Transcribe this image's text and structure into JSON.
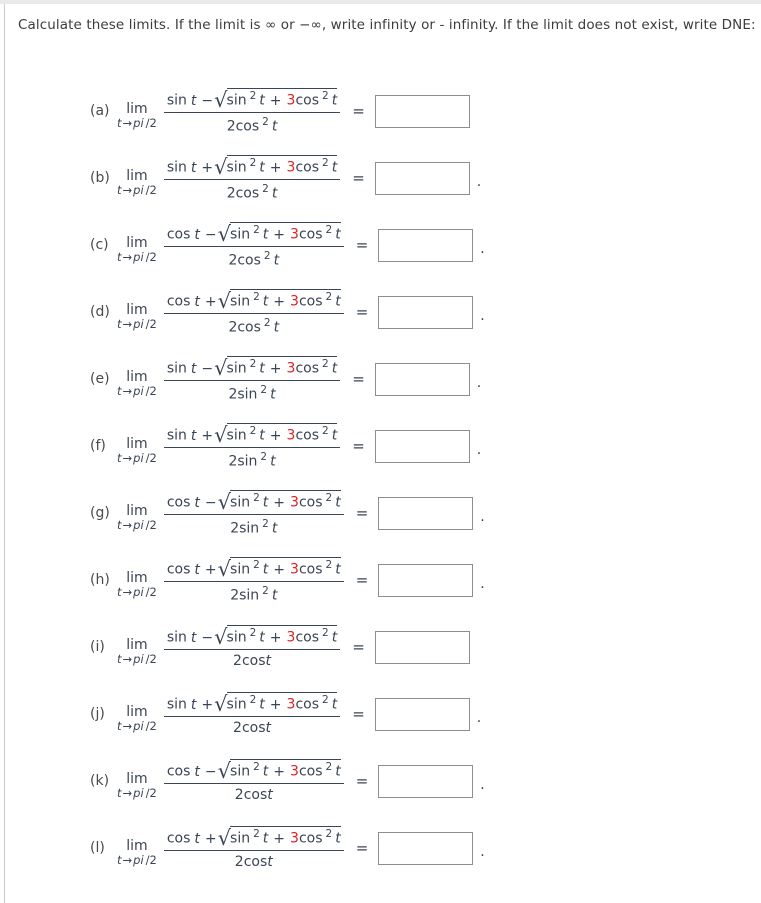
{
  "page": {
    "title": "Calculate these limits. If the limit is ∞ or −∞, write infinity or - infinity. If the limit does not exist, write DNE:"
  },
  "shared": {
    "lim": "lim",
    "approach": {
      "var": "t",
      "arrow": "→",
      "pi": "pi",
      "over": "/2"
    },
    "equals": "=",
    "var": "t",
    "sqrt_symbol": "√",
    "radicand": {
      "fn1": "sin",
      "sup1": "2",
      "var1": "t",
      "plus": "+",
      "coef": "3",
      "fn2": "cos",
      "sup2": "2",
      "var2": "t"
    },
    "answer_value": "",
    "colors": {
      "math_text": "#3a4555",
      "coefficient_red": "#df2020",
      "box_border": "#8e8e8e"
    }
  },
  "problems": [
    {
      "label": "(a)",
      "num_fn": "sin",
      "num_sign": "−",
      "den": "2cos",
      "den_sup": "2",
      "period": ""
    },
    {
      "label": "(b)",
      "num_fn": "sin",
      "num_sign": "+",
      "den": "2cos",
      "den_sup": "2",
      "period": "."
    },
    {
      "label": "(c)",
      "num_fn": "cos",
      "num_sign": "−",
      "den": "2cos",
      "den_sup": "2",
      "period": "."
    },
    {
      "label": "(d)",
      "num_fn": "cos",
      "num_sign": "+",
      "den": "2cos",
      "den_sup": "2",
      "period": "."
    },
    {
      "label": "(e)",
      "num_fn": "sin",
      "num_sign": "−",
      "den": "2sin",
      "den_sup": "2",
      "period": "."
    },
    {
      "label": "(f)",
      "num_fn": "sin",
      "num_sign": "+",
      "den": "2sin",
      "den_sup": "2",
      "period": "."
    },
    {
      "label": "(g)",
      "num_fn": "cos",
      "num_sign": "−",
      "den": "2sin",
      "den_sup": "2",
      "period": "."
    },
    {
      "label": "(h)",
      "num_fn": "cos",
      "num_sign": "+",
      "den": "2sin",
      "den_sup": "2",
      "period": "."
    },
    {
      "label": "(i)",
      "num_fn": "sin",
      "num_sign": "−",
      "den": "2cos",
      "den_sup": "",
      "period": ""
    },
    {
      "label": "(j)",
      "num_fn": "sin",
      "num_sign": "+",
      "den": "2cos",
      "den_sup": "",
      "period": "."
    },
    {
      "label": "(k)",
      "num_fn": "cos",
      "num_sign": "−",
      "den": "2cos",
      "den_sup": "",
      "period": "."
    },
    {
      "label": "(l)",
      "num_fn": "cos",
      "num_sign": "+",
      "den": "2cos",
      "den_sup": "",
      "period": "."
    }
  ]
}
